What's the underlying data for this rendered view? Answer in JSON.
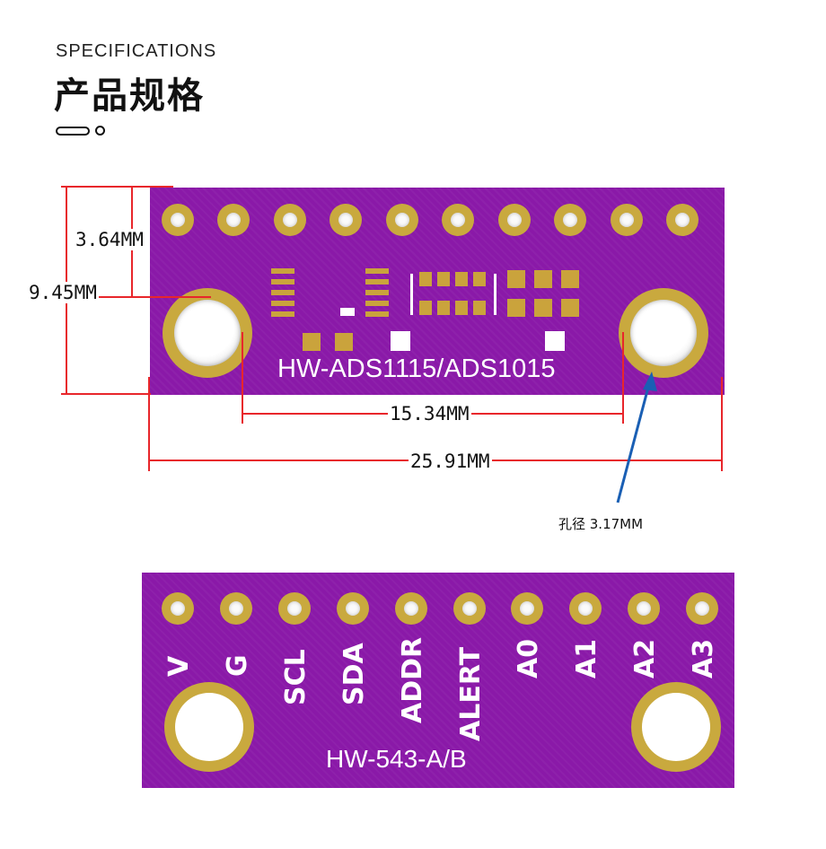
{
  "header": {
    "eyebrow": "SPECIFICATIONS",
    "title": "产品规格"
  },
  "top_board": {
    "model_label": "HW-ADS1115/ADS1015",
    "pin_count": 10,
    "color": "#8a19a8"
  },
  "dimensions": {
    "offset": "3.64MM",
    "height": "9.45MM",
    "hole_spacing": "15.34MM",
    "width": "25.91MM",
    "hole_diameter": "孔径 3.17MM"
  },
  "bottom_board": {
    "model_label": "HW-543-A/B",
    "pins": [
      "V",
      "G",
      "SCL",
      "SDA",
      "ADDR",
      "ALERT",
      "A0",
      "A1",
      "A2",
      "A3"
    ]
  },
  "colors": {
    "pcb": "#8a19a8",
    "copper": "#c9a93e",
    "dimension_line": "#e8262b",
    "arrow": "#1a5fb4"
  }
}
